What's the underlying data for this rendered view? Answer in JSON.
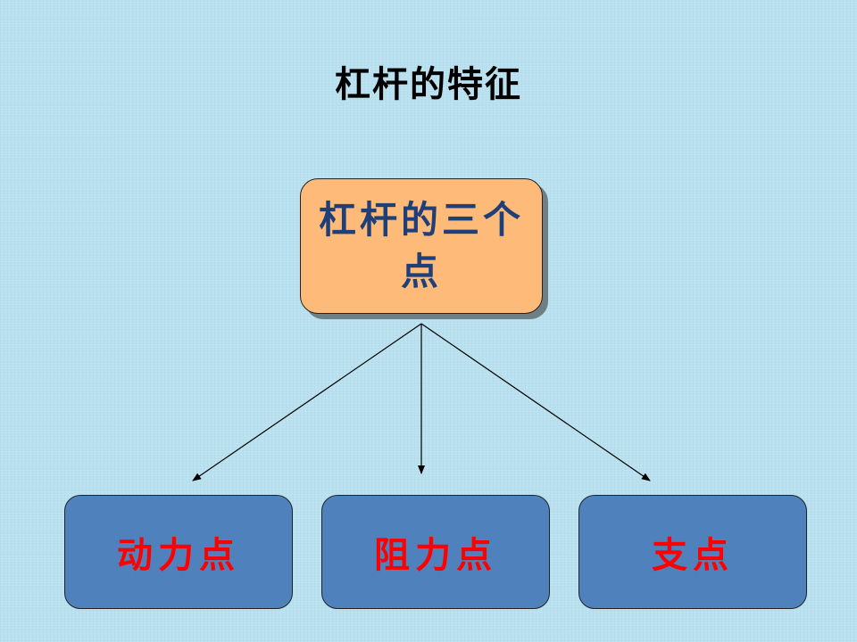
{
  "slide": {
    "title": "杠杆的特征"
  },
  "diagram": {
    "root": {
      "label": "杠杆的三个点"
    },
    "children": [
      {
        "label": "动力点"
      },
      {
        "label": "阻力点"
      },
      {
        "label": "支点"
      }
    ]
  },
  "colors": {
    "background": "#b8e0ee",
    "root_fill": "#fdba78",
    "root_text": "#1f3f78",
    "child_fill": "#4f81bd",
    "child_text": "#ff0000"
  }
}
